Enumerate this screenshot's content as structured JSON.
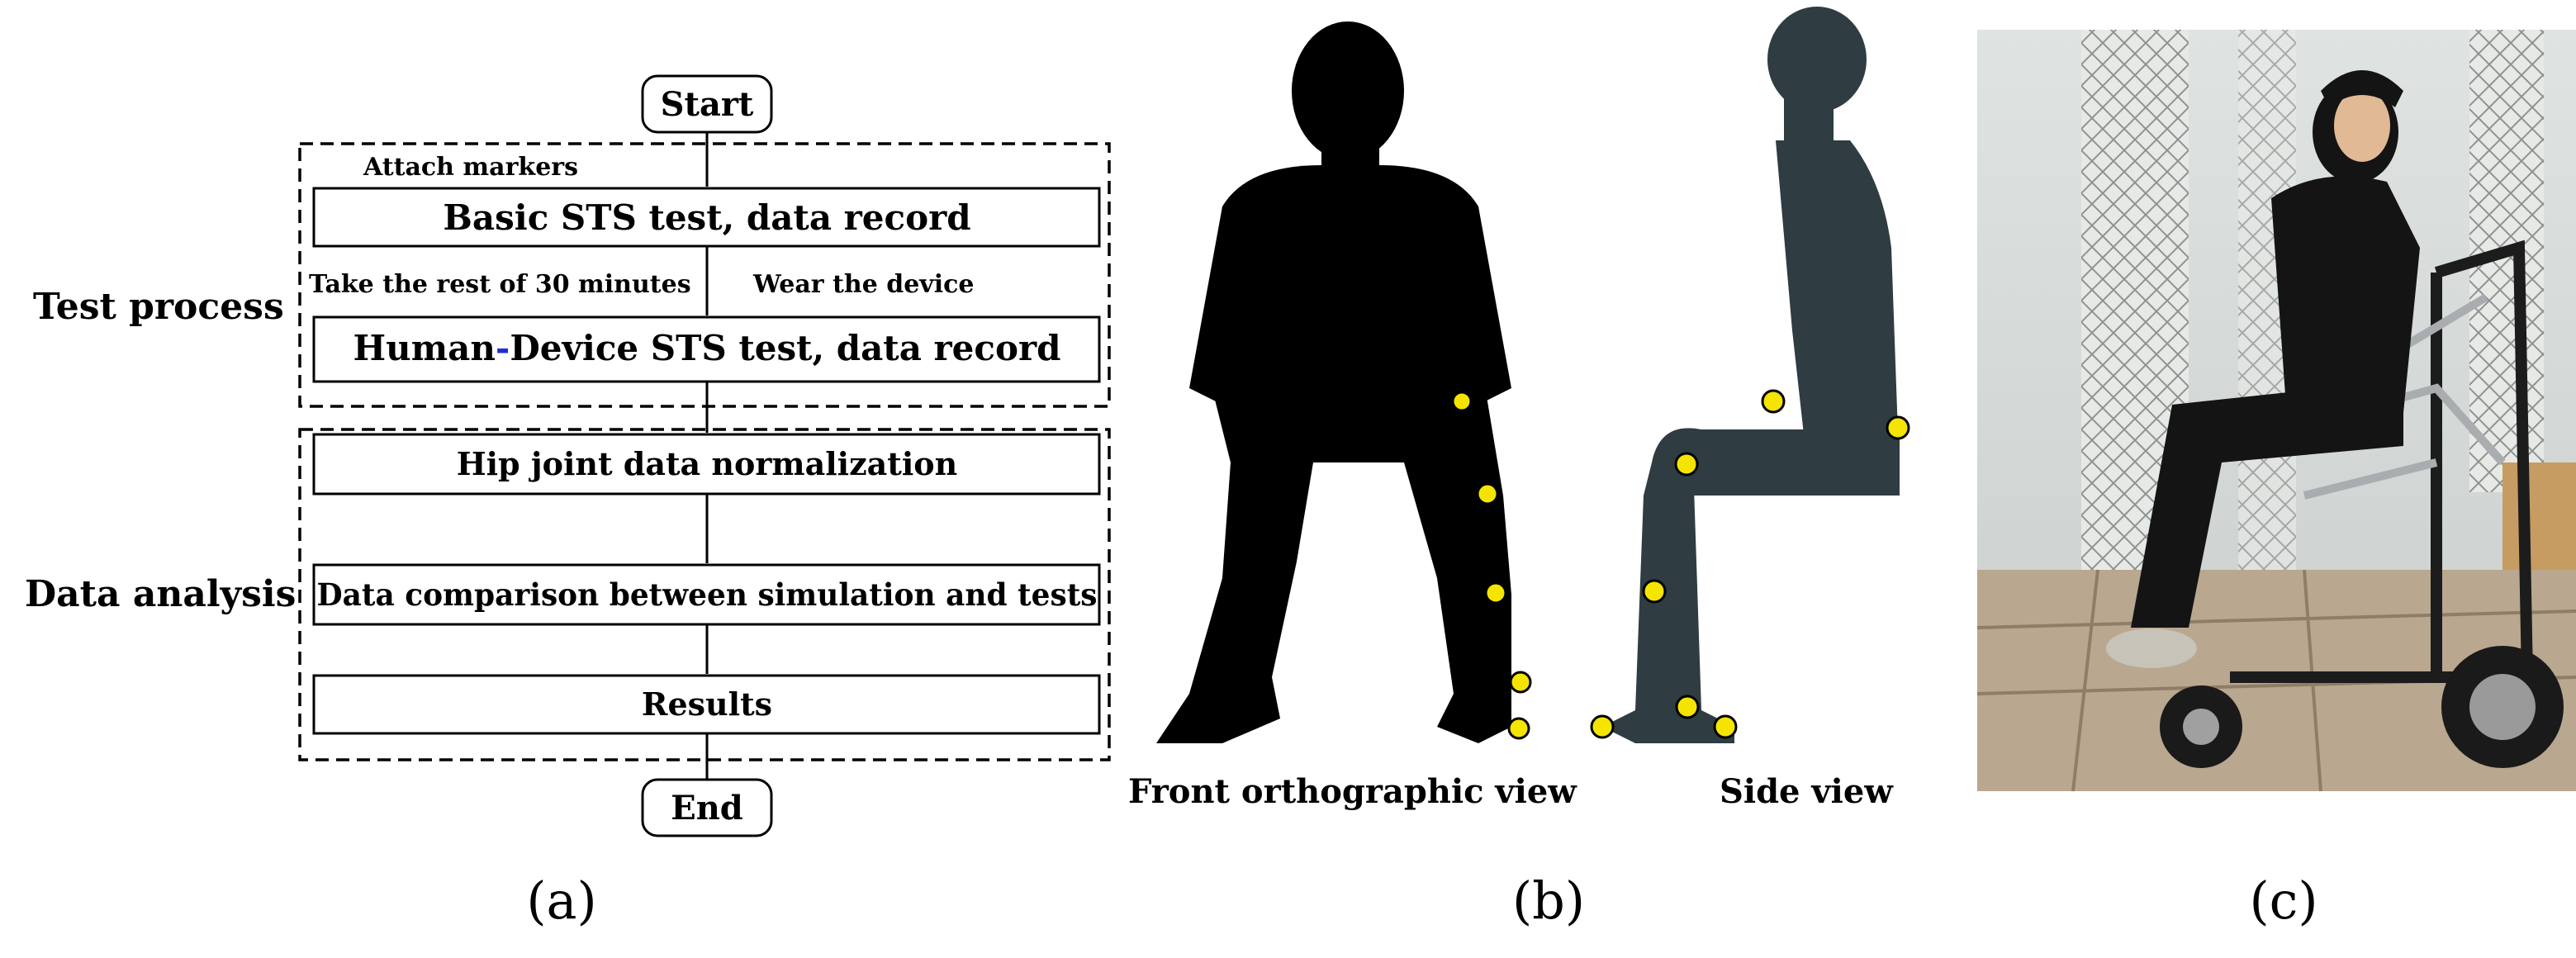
{
  "flowchart": {
    "start": "Start",
    "end": "End",
    "group_test_label": "Test process",
    "group_analysis_label": "Data analysis",
    "attach_markers": "Attach markers",
    "step_basic": "Basic STS test, data record",
    "rest_note": "Take the rest of 30 minutes",
    "wear_note": "Wear the device",
    "step_human_device_prefix": "Human",
    "step_human_device_dash": "-",
    "step_human_device_suffix": "Device STS test, data record",
    "step_normalization": "Hip joint data normalization",
    "step_comparison": "Data comparison between simulation and tests",
    "step_results": "Results"
  },
  "panel_b": {
    "front_label": "Front orthographic view",
    "side_label": "Side view",
    "marker_color": "#f5e400",
    "front_silhouette_color": "#000000",
    "side_silhouette_color": "#2f3c42"
  },
  "panel_c": {
    "description_icon": "photo-person-on-device"
  },
  "captions": {
    "a": "(a)",
    "b": "(b)",
    "c": "(c)"
  }
}
